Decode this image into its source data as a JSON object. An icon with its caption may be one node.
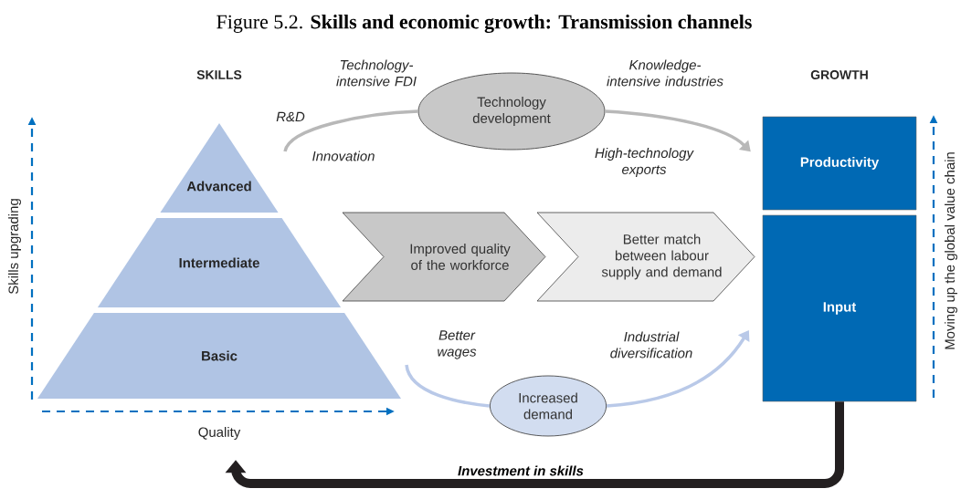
{
  "diagram": {
    "title": "Figure 5.2. **Skills and economic growth: Transmission channels**",
    "nodes": [
      {
        "text": [
          "Advanced"
        ]
      },
      {
        "text": [
          "Intermediate"
        ]
      },
      {
        "text": [
          "Basic"
        ]
      },
      {
        "text": [
          "Technology development"
        ]
      },
      {
        "text": [
          "Improved quality of the workforce"
        ]
      },
      {
        "text": [
          "Better match between labour supply and demand"
        ]
      },
      {
        "text": [
          "Increased demand"
        ]
      },
      {
        "text": [
          "Productivity"
        ]
      },
      {
        "text": [
          "Input"
        ]
      }
    ],
    "edges": [
      {
        "from": null,
        "to": 3,
        "arrow": "none"
      },
      {
        "from": 3,
        "to": 7,
        "arrow": "to"
      },
      {
        "from": null,
        "to": 6,
        "arrow": "none",
        "color": "#b9c9e8"
      },
      {
        "from": 6,
        "to": 8,
        "arrow": "to",
        "color": "#b9c9e8"
      },
      {
        "from": 8,
        "to": 2,
        "arrow": "to",
        "label": "Investment in skills",
        "style": "thick",
        "color": "#231f20"
      }
    ],
    "labels": [
      "SKILLS",
      "GROWTH",
      "Technology-intensive FDI",
      "Knowledge-intensive industries",
      "R&D",
      "Innovation",
      "High-technology exports",
      "Better wages",
      "Industrial diversification",
      "Skills upgrading",
      "Quality",
      "Moving up the global value chain"
    ]
  }
}
